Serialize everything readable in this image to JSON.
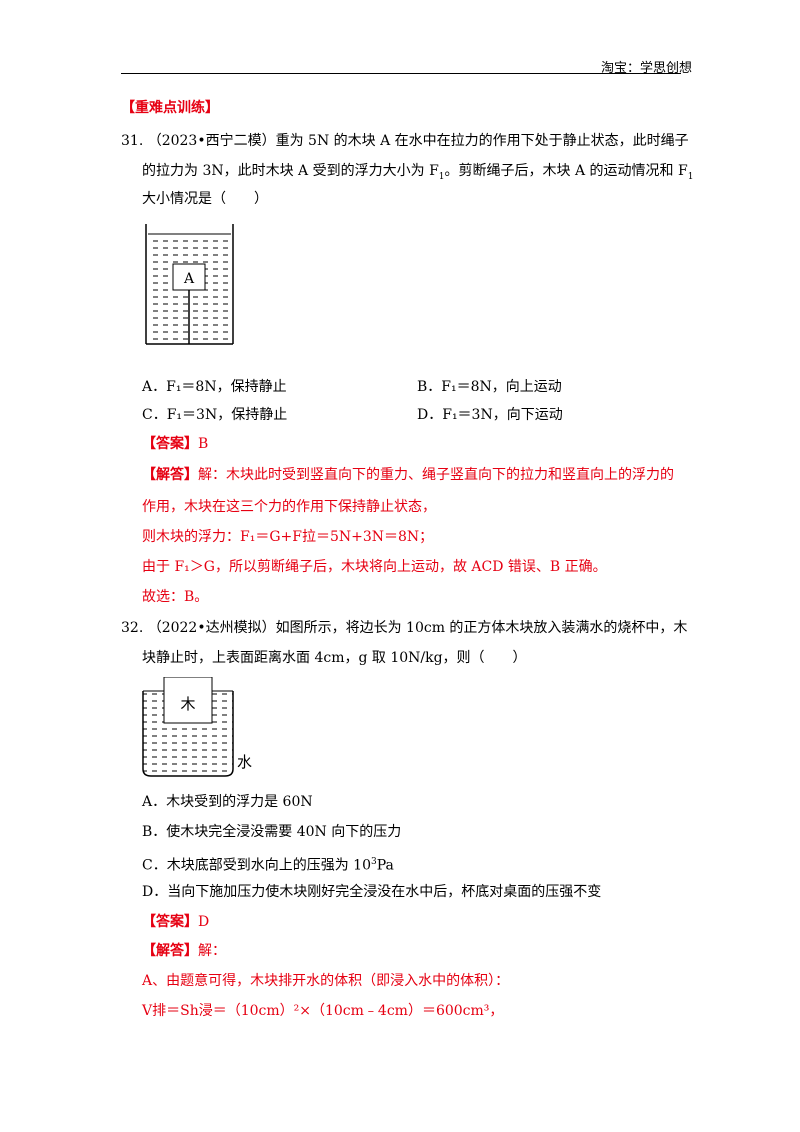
{
  "header": {
    "right_text": "淘宝：学思创想"
  },
  "section_title": "【重难点训练】",
  "q31": {
    "line1": "31. （2023•西宁二模）重为 5N 的木块 A 在水中在拉力的作用下处于静止状态，此时绳子",
    "line2_a": "的拉力为 3N，此时木块 A 受到的浮力大小为 F",
    "line2_sub": "1",
    "line2_b": "。剪断绳子后，木块 A 的运动情况和 F",
    "line2_sub2": "1",
    "line3": "大小情况是（　　）",
    "figure_label": "A",
    "options": {
      "A": "A．F₁＝8N，保持静止",
      "B": "B．F₁＝8N，向上运动",
      "C": "C．F₁＝3N，保持静止",
      "D": "D．F₁＝3N，向下运动"
    },
    "answer_tag": "【答案】",
    "answer": "B",
    "analysis_tag": "【解答】",
    "analysis_line1": "解：木块此时受到竖直向下的重力、绳子竖直向下的拉力和竖直向上的浮力的",
    "analysis_line2": "作用，木块在这三个力的作用下保持静止状态，",
    "analysis_line3": "则木块的浮力：F₁＝G+F拉＝5N+3N＝8N；",
    "analysis_line4": "由于 F₁＞G，所以剪断绳子后，木块将向上运动，故 ACD 错误、B 正确。",
    "analysis_line5": "故选：B。"
  },
  "q32": {
    "line1": "32. （2022•达州模拟）如图所示，将边长为 10cm 的正方体木块放入装满水的烧杯中，木",
    "line2": "块静止时，上表面距离水面 4cm，g 取 10N/kg，则（　　）",
    "figure_block_label": "木",
    "figure_water_label": "水",
    "options": {
      "A": "A．木块受到的浮力是 60N",
      "B": "B．使木块完全浸没需要 40N 向下的压力",
      "C_a": "C．木块底部受到水向上的压强为 10",
      "C_sup": "3",
      "C_b": "Pa",
      "D": "D．当向下施加压力使木块刚好完全浸没在水中后，杯底对桌面的压强不变"
    },
    "answer_tag": "【答案】",
    "answer": "D",
    "analysis_tag": "【解答】",
    "analysis_head": "解：",
    "analysis_line1": "A、由题意可得，木块排开水的体积（即浸入水中的体积）：",
    "analysis_line2": "V排＝Sh浸＝（10cm）²×（10cm﹣4cm）＝600cm³，"
  }
}
